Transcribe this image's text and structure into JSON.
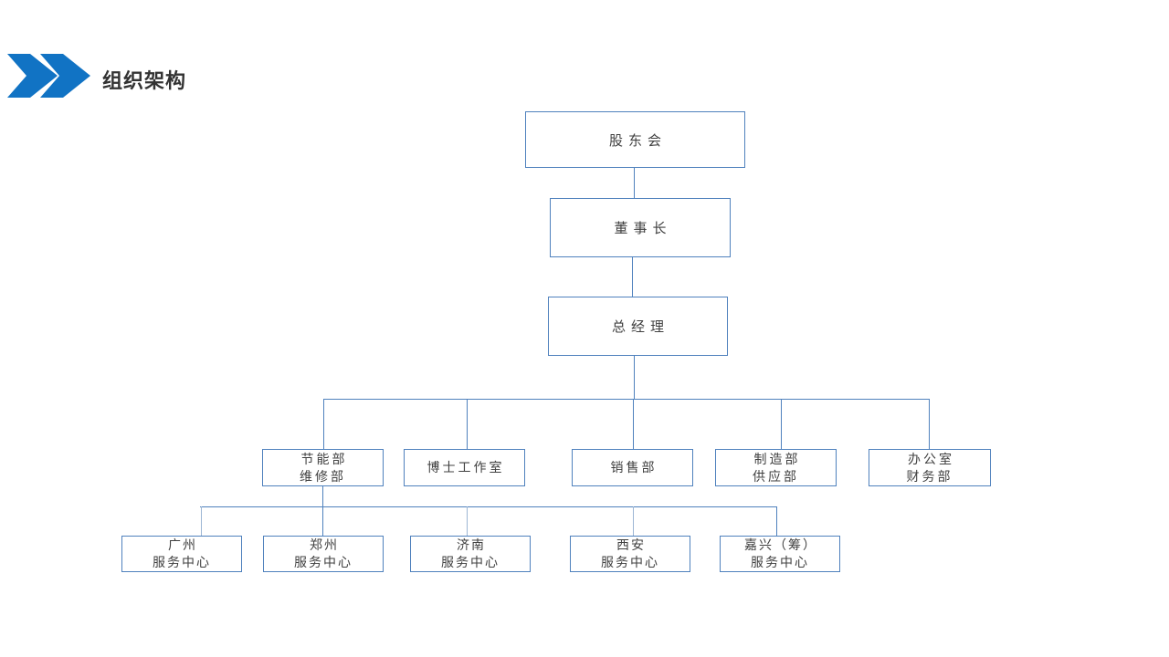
{
  "slide": {
    "title": "组织架构"
  },
  "colors": {
    "chevron_blue": "#1173c4",
    "box_border_blue": "#4f81bd",
    "connector_blue": "#4f81bd",
    "connector_light_blue": "#9db6d4",
    "title_text": "#333333",
    "box_text": "#404040",
    "background": "#ffffff"
  },
  "org_chart": {
    "level1": {
      "label": "股东会"
    },
    "level2": {
      "label": "董事长"
    },
    "level3": {
      "label": "总经理"
    },
    "departments": [
      {
        "label": "节能部\n维修部"
      },
      {
        "label": "博士工作室"
      },
      {
        "label": "销售部"
      },
      {
        "label": "制造部\n供应部"
      },
      {
        "label": "办公室\n财务部"
      }
    ],
    "service_centers": [
      {
        "label": "广州\n服务中心"
      },
      {
        "label": "郑州\n服务中心"
      },
      {
        "label": "济南\n服务中心"
      },
      {
        "label": "西安\n服务中心"
      },
      {
        "label": "嘉兴（筹）\n服务中心"
      }
    ]
  }
}
